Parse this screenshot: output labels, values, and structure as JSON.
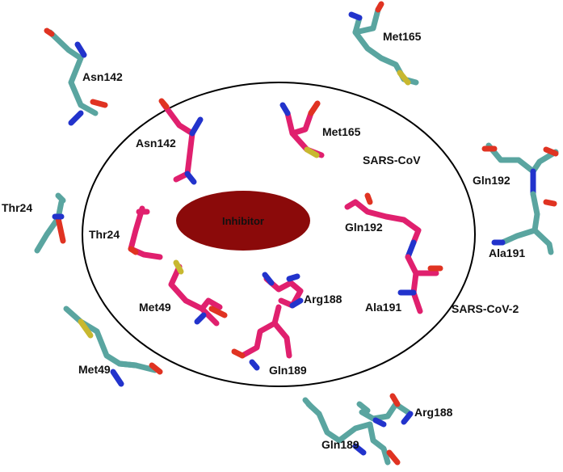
{
  "diagram": {
    "center_label": "Inhibitor",
    "groups": {
      "sars_cov": "SARS-CoV",
      "sars_cov_2": "SARS-CoV-2"
    },
    "residues": {
      "inner": {
        "asn142": "Asn142",
        "met165": "Met165",
        "thr24": "Thr24",
        "gln192": "Gln192",
        "met49": "Met49",
        "arg188": "Arg188",
        "ala191": "Ala191",
        "gln189": "Gln189"
      },
      "outer": {
        "asn142": "Asn142",
        "met165": "Met165",
        "gln192": "Gln192",
        "thr24": "Thr24",
        "ala191": "Ala191",
        "met49": "Met49",
        "arg188": "Arg188",
        "gln189": "Gln189"
      }
    },
    "colors": {
      "inner_carbon": "#e0206e",
      "outer_carbon": "#5aa5a0",
      "nitrogen": "#2233cc",
      "oxygen": "#e03322",
      "sulfur": "#c8b830",
      "inhibitor_fill": "#8b0a0a",
      "ring_stroke": "#000000"
    }
  }
}
